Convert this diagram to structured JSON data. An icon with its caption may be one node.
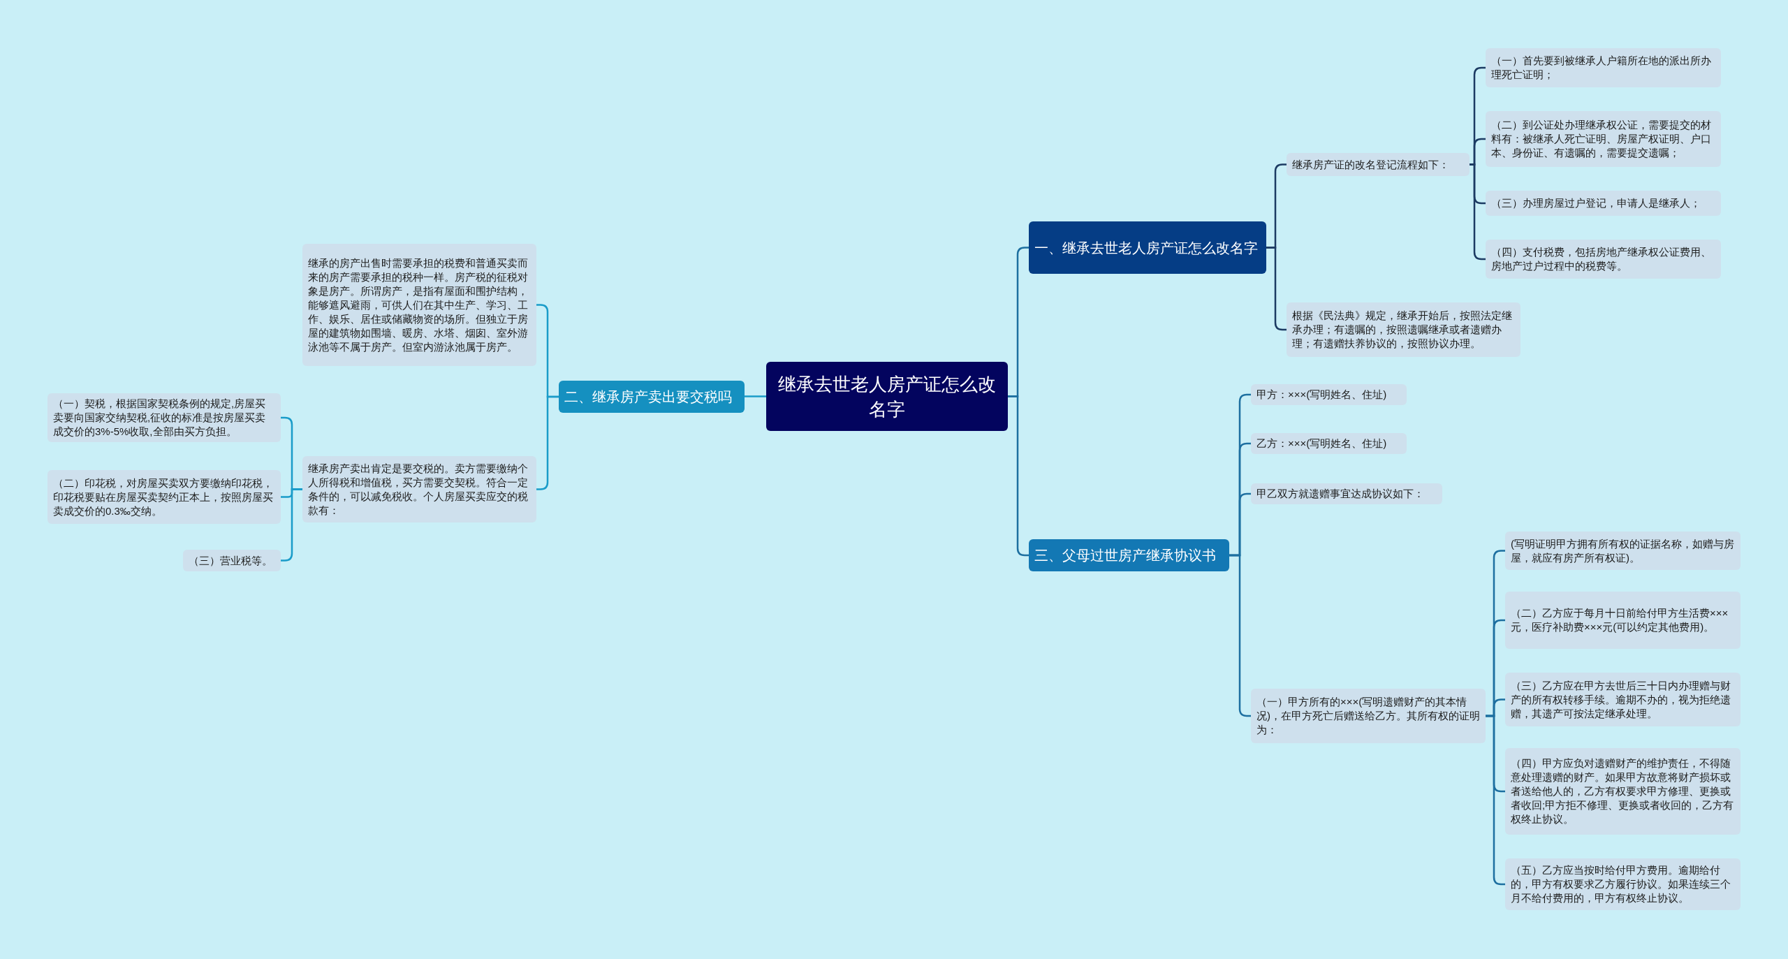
{
  "diagram": {
    "nodes": [
      {
        "text": [
          "继承去世老人房产证怎么改名字"
        ]
      },
      {
        "text": [
          "一、继承去世老人房产证怎么改名字"
        ]
      },
      {
        "text": [
          "继承房产证的改名登记流程如下："
        ]
      },
      {
        "text": [
          "（一）首先要到被继承人户籍所在地的派出所办理死亡证明；"
        ]
      },
      {
        "text": [
          "（二）到公证处办理继承权公证，需要提交的材料有：被继承人死亡证明、房屋产权证明、户口本、身份证、有遗嘱的，需要提交遗嘱；"
        ]
      },
      {
        "text": [
          "（三）办理房屋过户登记，申请人是继承人；"
        ]
      },
      {
        "text": [
          "（四）支付税费，包括房地产继承权公证费用、房地产过户过程中的税费等。"
        ]
      },
      {
        "text": [
          "根据《民法典》规定，继承开始后，按照法定继承办理；有遗嘱的，按照遗嘱继承或者遗赠办理；有遗赠扶养协议的，按照协议办理。"
        ]
      },
      {
        "text": [
          "二、继承房产卖出要交税吗"
        ]
      },
      {
        "text": [
          "继承的房产出售时需要承担的税费和普通买卖而来的房产需要承担的税种一样。房产税的征税对象是房产。所谓房产，是指有屋面和围护结构，能够遮风避雨，可供人们在其中生产、学习、工作、娱乐、居住或储藏物资的场所。但独立于房屋的建筑物如围墙、暖房、水塔、烟囱、室外游泳池等不属于房产。但室内游泳池属于房产。"
        ]
      },
      {
        "text": [
          "继承房产卖出肯定是要交税的。卖方需要缴纳个人所得税和增值税，买方需要交契税。符合一定条件的，可以减免税收。个人房屋买卖应交的税款有："
        ]
      },
      {
        "text": [
          "（一）契税，根据国家契税条例的规定,房屋买卖要向国家交纳契税,征收的标准是按房屋买卖成交价的3%-5%收取,全部由买方负担。"
        ]
      },
      {
        "text": [
          "（二）印花税，对房屋买卖双方要缴纳印花税，印花税要贴在房屋买卖契约正本上，按照房屋买卖成交价的0.3‰交纳。"
        ]
      },
      {
        "text": [
          "（三）营业税等。"
        ]
      },
      {
        "text": [
          "三、父母过世房产继承协议书"
        ]
      },
      {
        "text": [
          "甲方：×××(写明姓名、住址)"
        ]
      },
      {
        "text": [
          "乙方：×××(写明姓名、住址)"
        ]
      },
      {
        "text": [
          "甲乙双方就遗赠事宜达成协议如下："
        ]
      },
      {
        "text": [
          "（一）甲方所有的×××(写明遗赠财产的其本情况)，在甲方死亡后赠送给乙方。其所有权的证明为："
        ]
      },
      {
        "text": [
          "(写明证明甲方拥有所有权的证据名称，如赠与房屋，就应有房产所有权证)。"
        ]
      },
      {
        "text": [
          "（二）乙方应于每月十日前给付甲方生活费×××元，医疗补助费×××元(可以约定其他费用)。"
        ]
      },
      {
        "text": [
          "（三）乙方应在甲方去世后三十日内办理赠与财产的所有权转移手续。逾期不办的，视为拒绝遗赠，其遗产可按法定继承处理。"
        ]
      },
      {
        "text": [
          "（四）甲方应负对遗赠财产的维护责任，不得随意处理遗赠的财产。如果甲方故意将财产损坏或者送给他人的，乙方有权要求甲方修理、更换或者收回;甲方拒不修理、更换或者收回的，乙方有权终止协议。"
        ]
      },
      {
        "text": [
          "（五）乙方应当按时给付甲方费用。逾期给付的，甲方有权要求乙方履行协议。如果连续三个月不给付费用的，甲方有权终止协议。"
        ]
      }
    ],
    "edges": [
      {
        "from": 0,
        "to": 1,
        "arrow": "none"
      },
      {
        "from": 1,
        "to": 2,
        "arrow": "none",
        "color": "#1c3b63"
      },
      {
        "from": 2,
        "to": 3,
        "arrow": "none",
        "color": "#1c3b63"
      },
      {
        "from": 2,
        "to": 4,
        "arrow": "none",
        "color": "#1c3b63"
      },
      {
        "from": 2,
        "to": 5,
        "arrow": "none",
        "color": "#1c3b63"
      },
      {
        "from": 2,
        "to": 6,
        "arrow": "none",
        "color": "#1c3b63"
      },
      {
        "from": 1,
        "to": 7,
        "arrow": "none",
        "color": "#1c3b63"
      },
      {
        "from": 0,
        "to": 8,
        "arrow": "none",
        "color": "#1a9cc9"
      },
      {
        "from": 8,
        "to": 9,
        "arrow": "none",
        "color": "#1a9cc9"
      },
      {
        "from": 8,
        "to": 10,
        "arrow": "none",
        "color": "#1a9cc9"
      },
      {
        "from": 10,
        "to": 11,
        "arrow": "none",
        "color": "#1a9cc9"
      },
      {
        "from": 10,
        "to": 12,
        "arrow": "none",
        "color": "#1a9cc9"
      },
      {
        "from": 10,
        "to": 13,
        "arrow": "none",
        "color": "#1a9cc9"
      },
      {
        "from": 0,
        "to": 14,
        "arrow": "none"
      },
      {
        "from": 14,
        "to": 15,
        "arrow": "none"
      },
      {
        "from": 14,
        "to": 16,
        "arrow": "none"
      },
      {
        "from": 14,
        "to": 17,
        "arrow": "none"
      },
      {
        "from": 14,
        "to": 18,
        "arrow": "none"
      },
      {
        "from": 18,
        "to": 19,
        "arrow": "none"
      },
      {
        "from": 18,
        "to": 20,
        "arrow": "none"
      },
      {
        "from": 18,
        "to": 21,
        "arrow": "none"
      },
      {
        "from": 18,
        "to": 22,
        "arrow": "none"
      },
      {
        "from": 18,
        "to": 23,
        "arrow": "none"
      }
    ]
  }
}
